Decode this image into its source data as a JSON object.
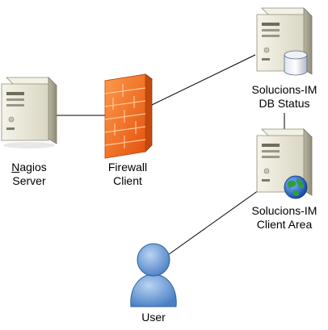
{
  "nodes": {
    "nagios": {
      "first_letter": "N",
      "rest_line1": "agios",
      "line2": "Server",
      "icon": "server-icon"
    },
    "firewall": {
      "line1": "Firewall",
      "line2": "Client",
      "icon": "firewall-icon"
    },
    "db": {
      "line1": "Solucions-IM",
      "line2": "DB Status",
      "icon": "server-icon",
      "badge": "database-icon"
    },
    "client_area": {
      "line1": "Solucions-IM",
      "line2": "Client Area",
      "icon": "server-icon",
      "badge": "globe-icon"
    },
    "user": {
      "label": "User",
      "icon": "user-icon"
    }
  },
  "colors": {
    "server_body": "#e9e6d6",
    "server_shadow": "#9c9985",
    "firewall": "#f06a1e",
    "user": "#5d8fcf",
    "connector": "#000000"
  }
}
